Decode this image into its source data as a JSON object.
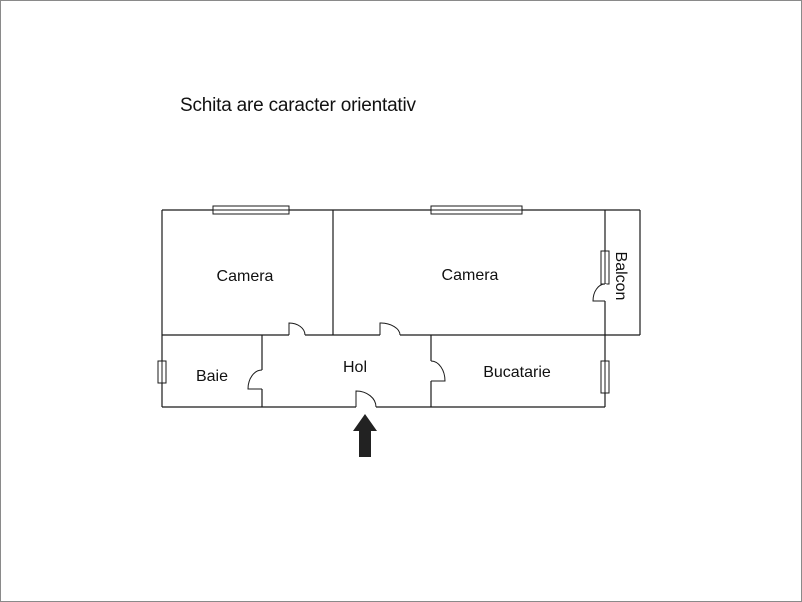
{
  "note": "Schita are caracter orientativ",
  "rooms": {
    "camera_left": "Camera",
    "camera_right": "Camera",
    "balcon": "Balcon",
    "baie": "Baie",
    "hol": "Hol",
    "bucatarie": "Bucatarie"
  },
  "colors": {
    "wall": "#1a1a1a",
    "arrow": "#222222"
  }
}
